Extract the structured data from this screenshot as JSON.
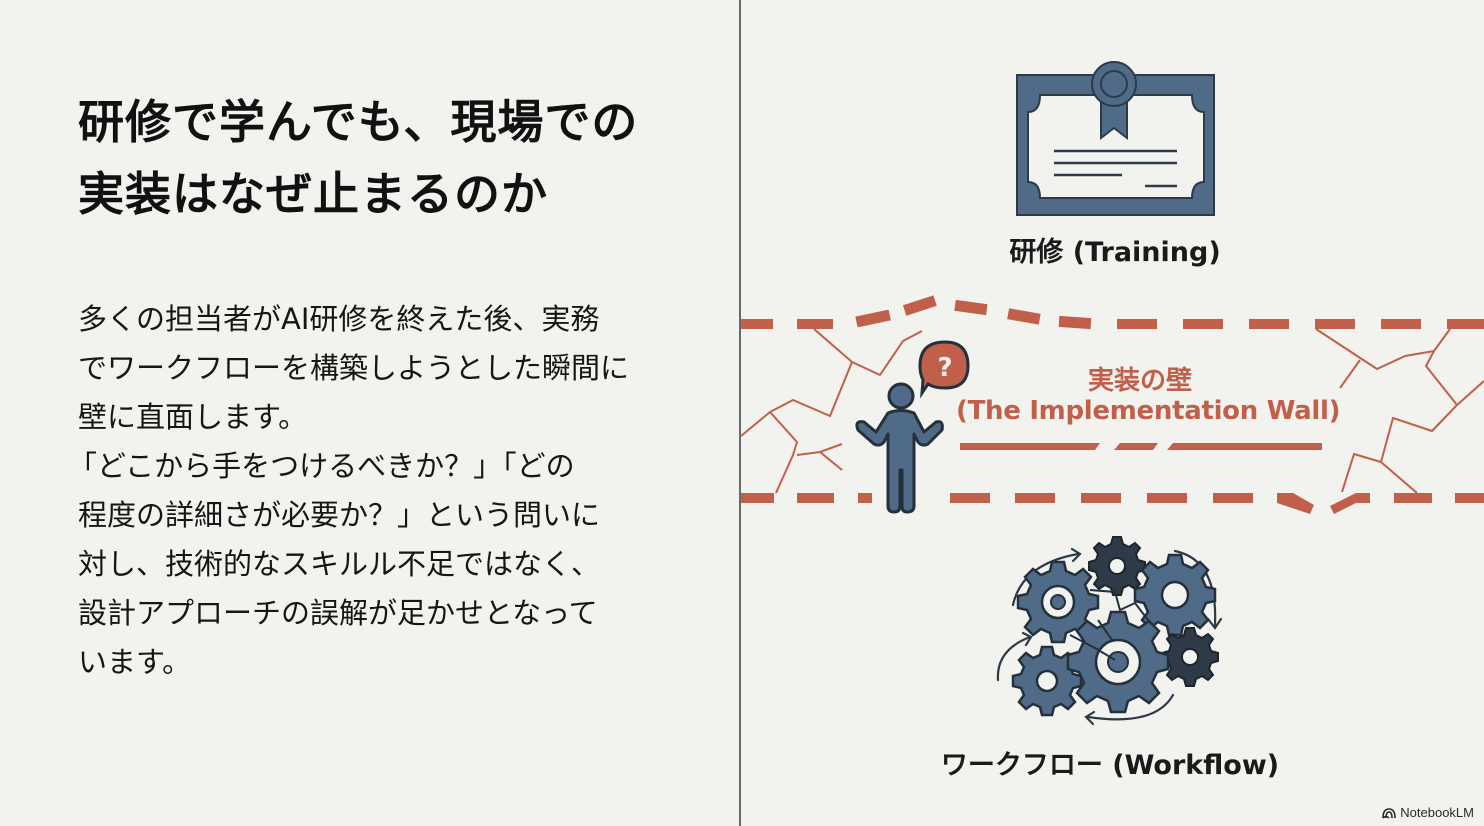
{
  "slide": {
    "background": "#f2f2ee",
    "title": {
      "lines": [
        "研修で学んでも、現場での",
        "実装はなぜ止まるのか"
      ]
    },
    "body": {
      "lines": [
        "多くの担当者がAI研修を終えた後、実務",
        "でワークフローを構築しようとした瞬間に",
        "壁に直面します。",
        "「どこから手をつけるべきか？」「どの",
        "程度の詳細さが必要か？」という問いに",
        "対し、技術的なスキルル不足ではなく、",
        "設計アプローチの誤解が足かせとなって",
        "います。"
      ]
    },
    "illustration": {
      "training": {
        "icon": "certificate-icon",
        "label": "研修 (Training)"
      },
      "wall": {
        "icon": "cracked-wall-icon",
        "person_icon": "confused-person-icon",
        "question_icon": "question-bubble-icon",
        "label_jp": "実装の壁",
        "label_en": "(The Implementation Wall)",
        "color": "#c0604a"
      },
      "workflow": {
        "icon": "gears-icon",
        "label": "ワークフロー (Workflow)"
      },
      "icon_color": "#4f6b87",
      "icon_dark": "#2e3a48"
    },
    "brand": {
      "icon": "notebooklm-icon",
      "label": "NotebookLM"
    }
  }
}
